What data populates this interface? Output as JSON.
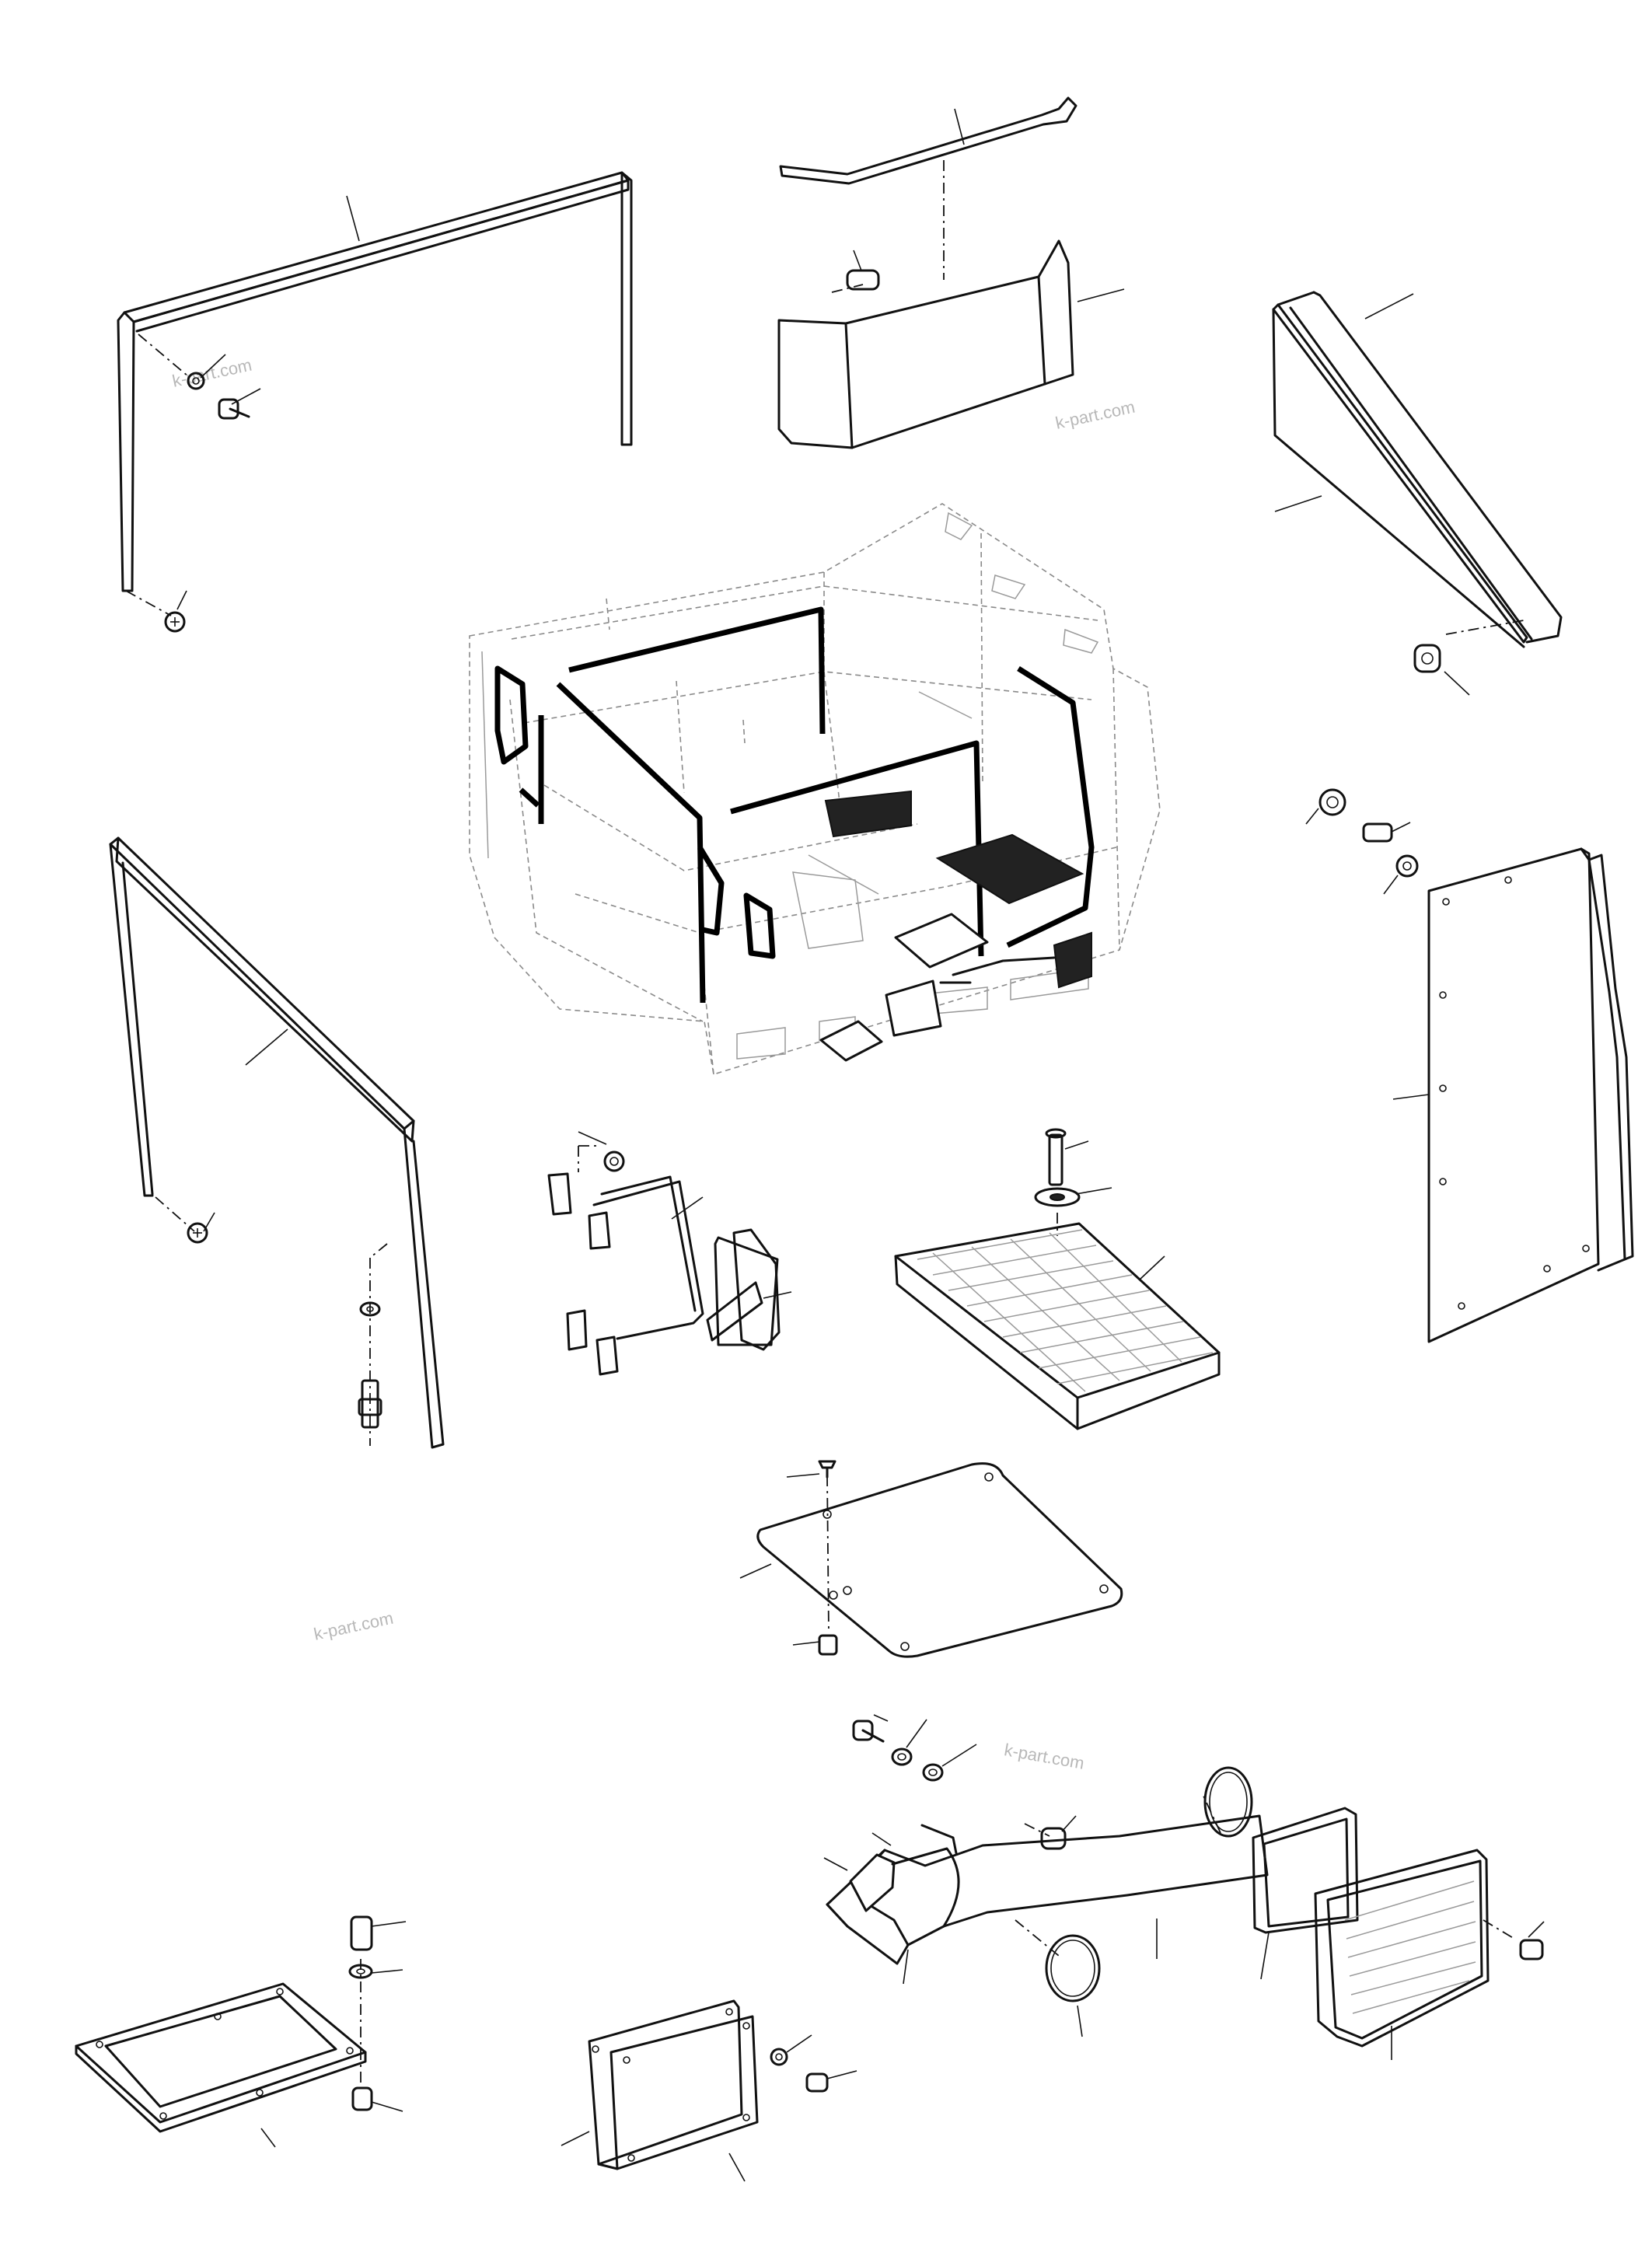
{
  "watermarks": [
    "k-part.com",
    "k-part.com",
    "k-part.com",
    "k-part.com"
  ],
  "icons": {
    "bolt": "bolt-icon",
    "washer": "washer-icon",
    "nut": "nut-icon"
  },
  "colors": {
    "line": "#111111",
    "ghost": "#8a8a8a",
    "watermark": "#b8b8b8",
    "background": "#ffffff"
  }
}
